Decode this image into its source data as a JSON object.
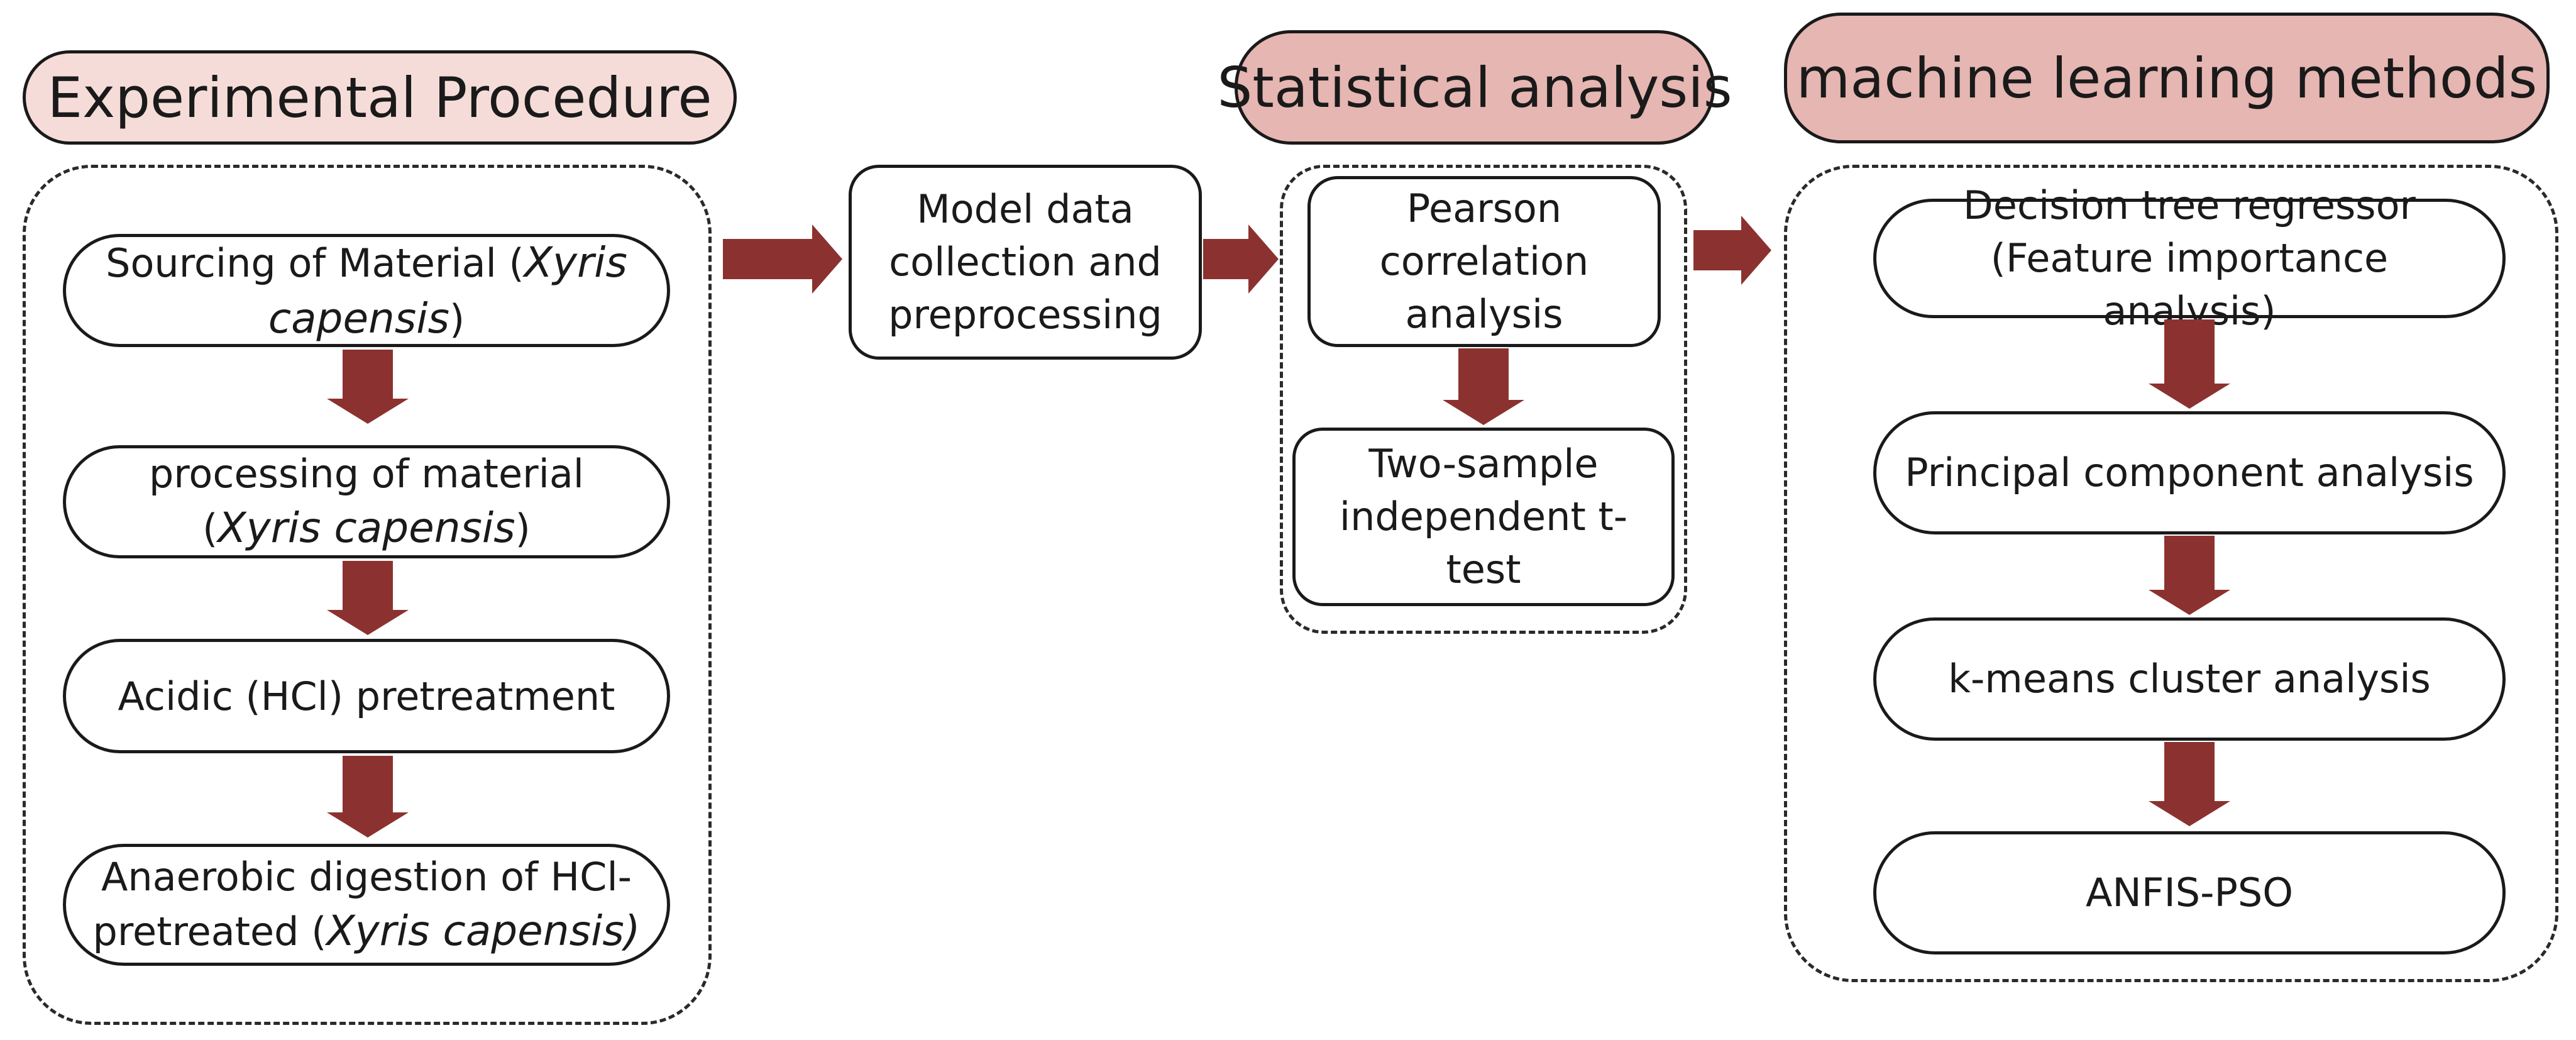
{
  "colors": {
    "arrow": "#8b3230",
    "header_light": "#f6dcd8",
    "header_medium": "#e6b6b2",
    "border": "#1a1a1a"
  },
  "headers": {
    "experimental": "Experimental Procedure",
    "statistical": "Statistical analysis",
    "ml": "machine learning methods"
  },
  "experimental_steps": [
    {
      "pre": "Sourcing of Material (",
      "em": "Xyris capensis",
      "post": ")"
    },
    {
      "pre": "processing of material (",
      "em": "Xyris capensis",
      "post": ")"
    },
    {
      "pre": "Acidic (HCl) pretreatment",
      "em": "",
      "post": ""
    },
    {
      "pre": "Anaerobic digestion of HCl-pretreated (",
      "em": "Xyris capensis)",
      "post": ""
    }
  ],
  "model_data": "Model data collection and preprocessing",
  "statistical_steps": [
    "Pearson correlation analysis",
    "Two-sample independent t-test"
  ],
  "ml_steps": [
    "Decision tree regressor (Feature importance analysis)",
    "Principal component analysis",
    "k-means cluster analysis",
    "ANFIS-PSO"
  ]
}
